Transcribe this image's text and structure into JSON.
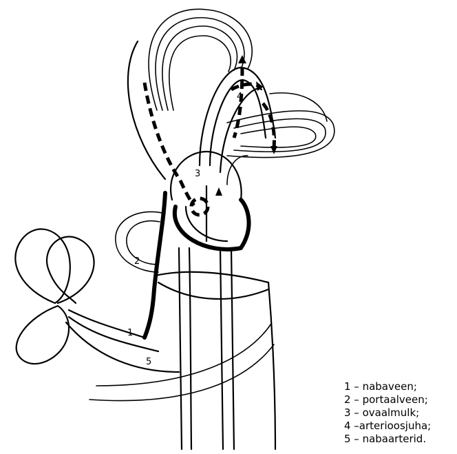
{
  "diagram": {
    "markers": {
      "m1": "1",
      "m2": "2",
      "m3": "3",
      "m4": "4",
      "m5": "5"
    }
  },
  "legend": {
    "items": [
      "1 – nabaveen;",
      "2 – portaalveen;",
      "3 – ovaalmulk;",
      "4 –arterioosjuha;",
      "5 – nabaarterid."
    ]
  },
  "colors": {
    "ink": "#000000",
    "background": "#ffffff"
  }
}
